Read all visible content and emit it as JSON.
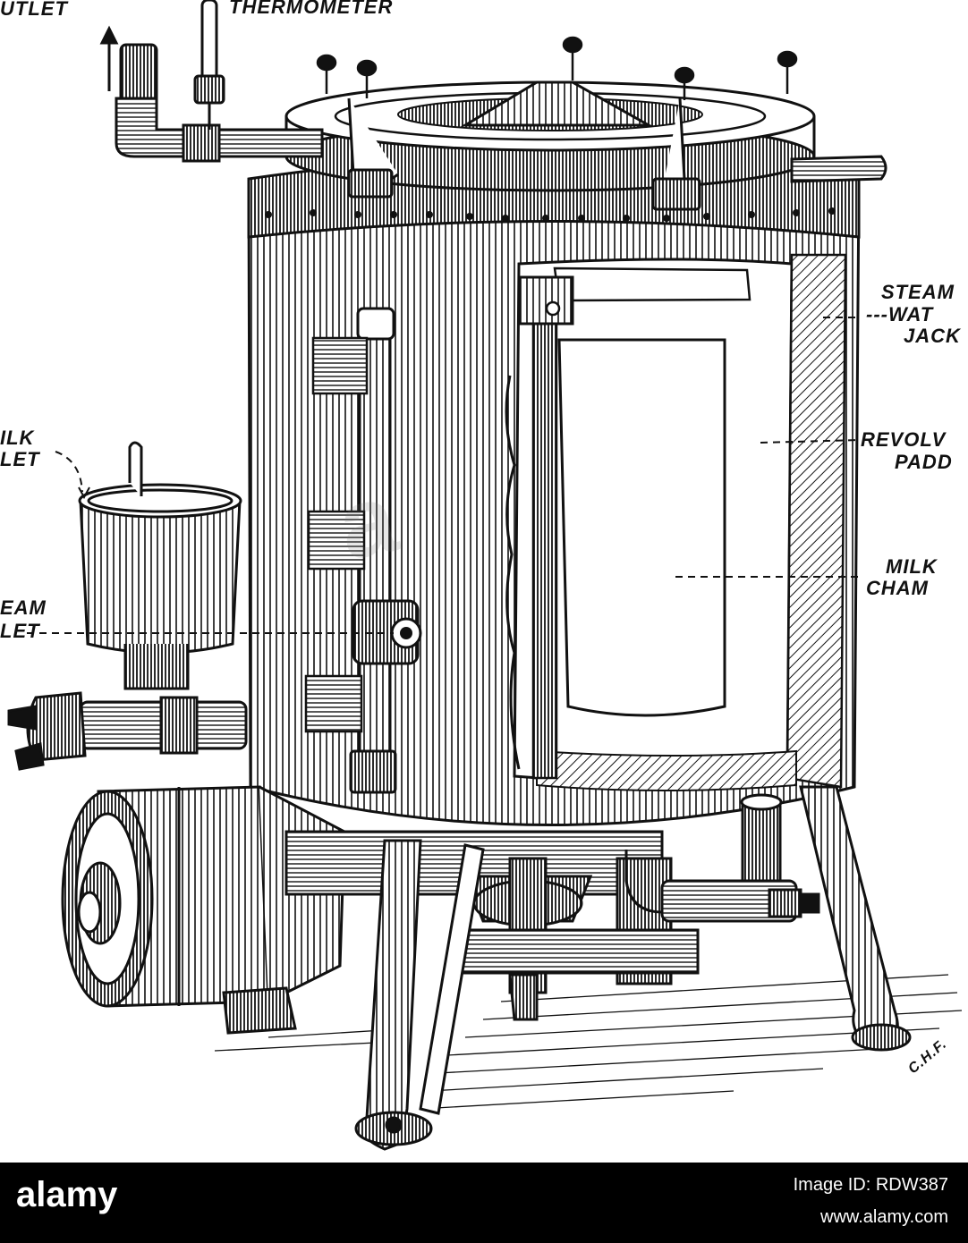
{
  "diagram": {
    "labels": {
      "outlet_top": "UTLET",
      "thermometer": "THERMOMETER",
      "steam_water_jacket": [
        "STEAM",
        "---WAT",
        "JACK"
      ],
      "revolving_paddle": [
        "REVOLV",
        "PADD"
      ],
      "milk_chamber": [
        "MILK",
        "CHAM"
      ],
      "milk_inlet": [
        "ILK",
        "LET"
      ],
      "steam_inlet": [
        "EAM",
        "LET"
      ],
      "signature": "C.H.F."
    }
  },
  "footer": {
    "brand": "alamy",
    "image_id": "Image ID: RDW387",
    "site": "www.alamy.com"
  },
  "colors": {
    "ink": "#111111",
    "paper": "#ffffff",
    "footer_bg": "#000000"
  }
}
